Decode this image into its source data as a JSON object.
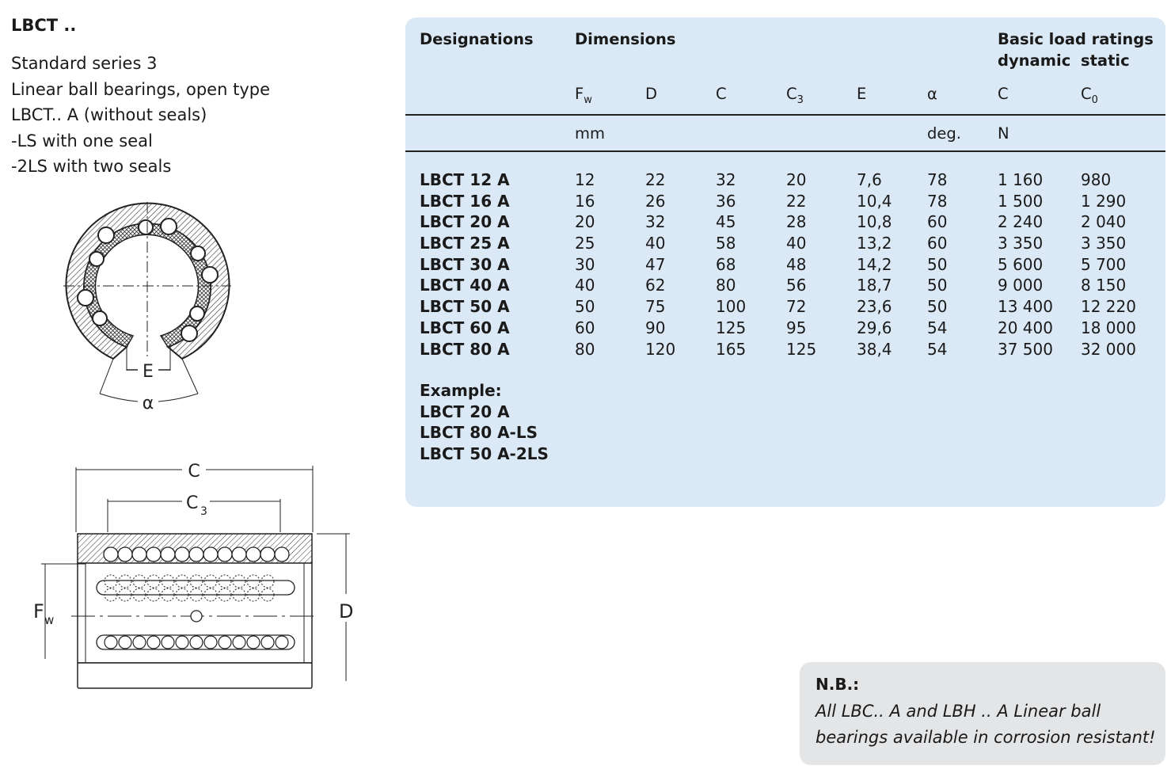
{
  "header": {
    "title": "LBCT ..",
    "description": [
      "Standard series 3",
      "Linear ball bearings, open type",
      "LBCT.. A (without seals)",
      "-LS with one seal",
      "-2LS with two seals"
    ]
  },
  "diagrams": {
    "cross_section": {
      "labels": {
        "gap": "E",
        "angle": "α"
      }
    },
    "side_view": {
      "labels": {
        "length": "C",
        "inner_length": "C",
        "inner_length_sub": "3",
        "bore": "F",
        "bore_sub": "w",
        "outer_diameter": "D"
      }
    }
  },
  "table": {
    "headers": {
      "designations": "Designations",
      "dimensions": "Dimensions",
      "load_ratings": "Basic load ratings",
      "dynamic": "dynamic",
      "static": "static"
    },
    "columns": [
      {
        "label": "F",
        "sub": "w"
      },
      {
        "label": "D",
        "sub": ""
      },
      {
        "label": "C",
        "sub": ""
      },
      {
        "label": "C",
        "sub": "3"
      },
      {
        "label": "E",
        "sub": ""
      },
      {
        "label": "α",
        "sub": ""
      },
      {
        "label": "C",
        "sub": ""
      },
      {
        "label": "C",
        "sub": "0"
      }
    ],
    "units": {
      "dimensions": "mm",
      "angle": "deg.",
      "load": "N"
    },
    "rows": [
      {
        "designation": "LBCT 12 A",
        "Fw": "12",
        "D": "22",
        "C": "32",
        "C3": "20",
        "E": "7,6",
        "alpha": "78",
        "C_dyn": "1 160",
        "C0": "980"
      },
      {
        "designation": "LBCT 16 A",
        "Fw": "16",
        "D": "26",
        "C": "36",
        "C3": "22",
        "E": "10,4",
        "alpha": "78",
        "C_dyn": "1 500",
        "C0": "1 290"
      },
      {
        "designation": "LBCT 20 A",
        "Fw": "20",
        "D": "32",
        "C": "45",
        "C3": "28",
        "E": "10,8",
        "alpha": "60",
        "C_dyn": "2 240",
        "C0": "2 040"
      },
      {
        "designation": "LBCT 25 A",
        "Fw": "25",
        "D": "40",
        "C": "58",
        "C3": "40",
        "E": "13,2",
        "alpha": "60",
        "C_dyn": "3 350",
        "C0": "3 350"
      },
      {
        "designation": "LBCT 30 A",
        "Fw": "30",
        "D": "47",
        "C": "68",
        "C3": "48",
        "E": "14,2",
        "alpha": "50",
        "C_dyn": "5 600",
        "C0": "5 700"
      },
      {
        "designation": "LBCT 40 A",
        "Fw": "40",
        "D": "62",
        "C": "80",
        "C3": "56",
        "E": "18,7",
        "alpha": "50",
        "C_dyn": "9 000",
        "C0": "8 150"
      },
      {
        "designation": "LBCT 50 A",
        "Fw": "50",
        "D": "75",
        "C": "100",
        "C3": "72",
        "E": "23,6",
        "alpha": "50",
        "C_dyn": "13 400",
        "C0": "12 220"
      },
      {
        "designation": "LBCT 60 A",
        "Fw": "60",
        "D": "90",
        "C": "125",
        "C3": "95",
        "E": "29,6",
        "alpha": "54",
        "C_dyn": "20 400",
        "C0": "18 000"
      },
      {
        "designation": "LBCT 80 A",
        "Fw": "80",
        "D": "120",
        "C": "165",
        "C3": "125",
        "E": "38,4",
        "alpha": "54",
        "C_dyn": "37 500",
        "C0": "32 000"
      }
    ],
    "example": {
      "label": "Example:",
      "items": [
        "LBCT 20 A",
        "LBCT 80 A-LS",
        "LBCT 50 A-2LS"
      ]
    }
  },
  "note": {
    "heading": "N.B.:",
    "text": "All LBC.. A and LBH .. A Linear ball bearings available in corrosion resistant!"
  },
  "colors": {
    "panel_bg": "#dbe9f6",
    "note_bg": "#e4e5e7",
    "text": "#1a1a1a"
  }
}
